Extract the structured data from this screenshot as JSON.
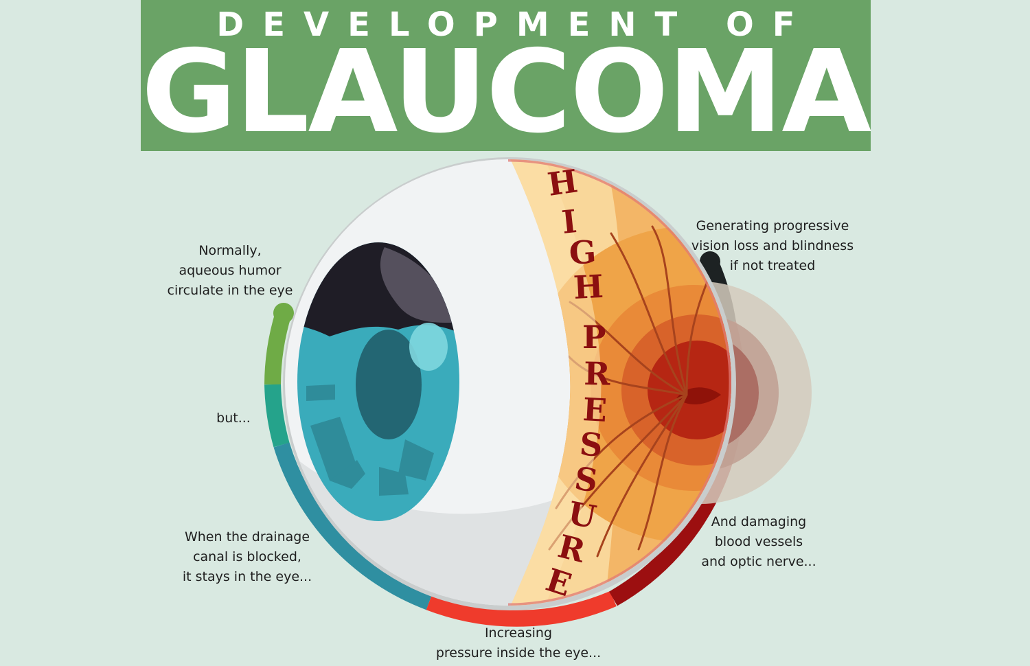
{
  "header": {
    "title_top": "DEVELOPMENT OF",
    "title_main": "GLAUCOMA"
  },
  "eye_label": {
    "letters": [
      "H",
      "I",
      "G",
      "H",
      "P",
      "R",
      "E",
      "S",
      "S",
      "U",
      "R",
      "E"
    ]
  },
  "captions": {
    "normal": "Normally,\naqueous humor\ncirculate in the eye",
    "but": "but...",
    "drainage": "When the drainage\ncanal is blocked,\nit stays in the eye...",
    "pressure": "Increasing\npressure inside the eye...",
    "damage": "And damaging\nblood vessels\nand optic nerve...",
    "vision_loss": "Generating progressive\nvision loss and blindness\nif not treated"
  },
  "colors": {
    "banner": "#6aa366",
    "background": "#d9e9e1",
    "stage_green": "#6fab46",
    "stage_teal": "#25a38b",
    "stage_blue": "#2f8fa1",
    "stage_red": "#ef3b2c",
    "stage_darkred": "#9c0f10",
    "stage_black": "#1d2223",
    "iris": "#3aabbb",
    "pupil": "#236673",
    "high_pressure_text": "#8b0f10"
  },
  "icons": {
    "eyeball": "eyeball-cross-section-icon",
    "stage_start": "green-dot-marker-icon",
    "stage_end": "black-dot-marker-icon"
  }
}
